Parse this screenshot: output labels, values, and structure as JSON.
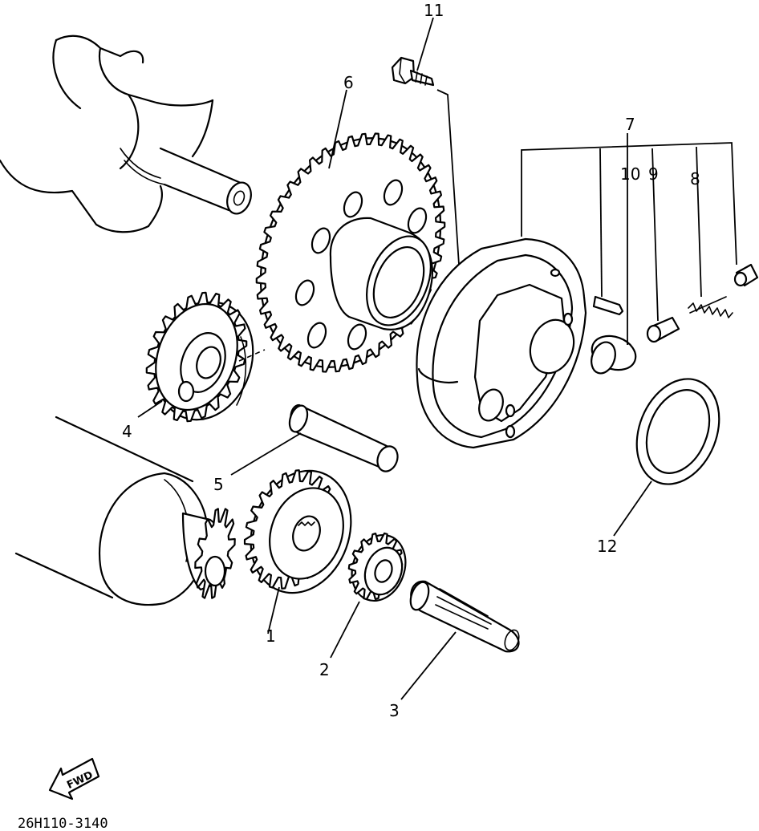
{
  "callouts": {
    "p1": "1",
    "p2": "2",
    "p3": "3",
    "p4": "4",
    "p5": "5",
    "p6": "6",
    "p7": "7",
    "p8": "8",
    "p9": "9",
    "p10": "10",
    "p11": "11",
    "p12": "12"
  },
  "fwd_label": "FWD",
  "drawing_code": "26H110-3140"
}
